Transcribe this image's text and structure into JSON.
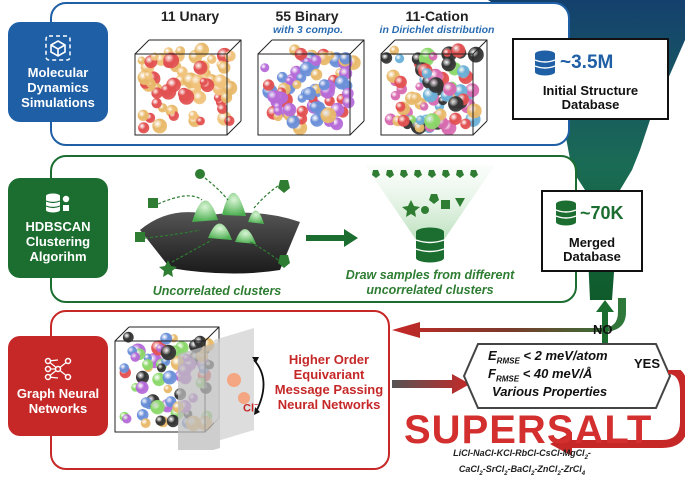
{
  "colors": {
    "blue": "#1f5fa5",
    "green": "#1b6e2f",
    "red": "#c62828",
    "funnel": "#1e8a6a"
  },
  "md": {
    "side_label": "Molecular\nDynamics\nSimulations",
    "side_icon": "cube-network-icon",
    "systems": [
      {
        "title": "11 Unary",
        "subtitle": ""
      },
      {
        "title": "55 Binary",
        "subtitle": "with 3 compo."
      },
      {
        "title": "11-Cation",
        "subtitle": "in Dirichlet distribution"
      }
    ],
    "db_value": "~3.5M",
    "db_label": "Initial Structure\nDatabase"
  },
  "hdbscan": {
    "side_label": "HDBSCAN\nClustering\nAlgorihm",
    "side_icon": "database-cluster-icon",
    "caption_left": "Uncorrelated clusters",
    "caption_right": "Draw samples from different\nuncorrelated clusters",
    "db_value": "~70K",
    "db_label": "Merged\nDatabase"
  },
  "gnn": {
    "side_label": "Graph Neural\nNetworks",
    "side_icon": "neural-network-icon",
    "method": "Higher Order\nEquivariant\nMessage Passing\nNeural Networks",
    "ion_label": "Cl"
  },
  "criteria": {
    "e_label": "E",
    "e_sub": "RMSE",
    "e_rest": " < 2 meV/atom",
    "f_label": "F",
    "f_sub": "RMSE",
    "f_rest": " < 40 meV/Å",
    "props": "Various Properties",
    "yes": "YES",
    "no": "NO"
  },
  "result": {
    "title": "SUPERSALT",
    "formula_line1": "LiCl-NaCl-KCl-RbCl-CsCl-MgCl",
    "formula_line2_parts": [
      "CaCl",
      "-SrCl",
      "-BaCl",
      "-ZnCl",
      "-ZrCl"
    ]
  }
}
